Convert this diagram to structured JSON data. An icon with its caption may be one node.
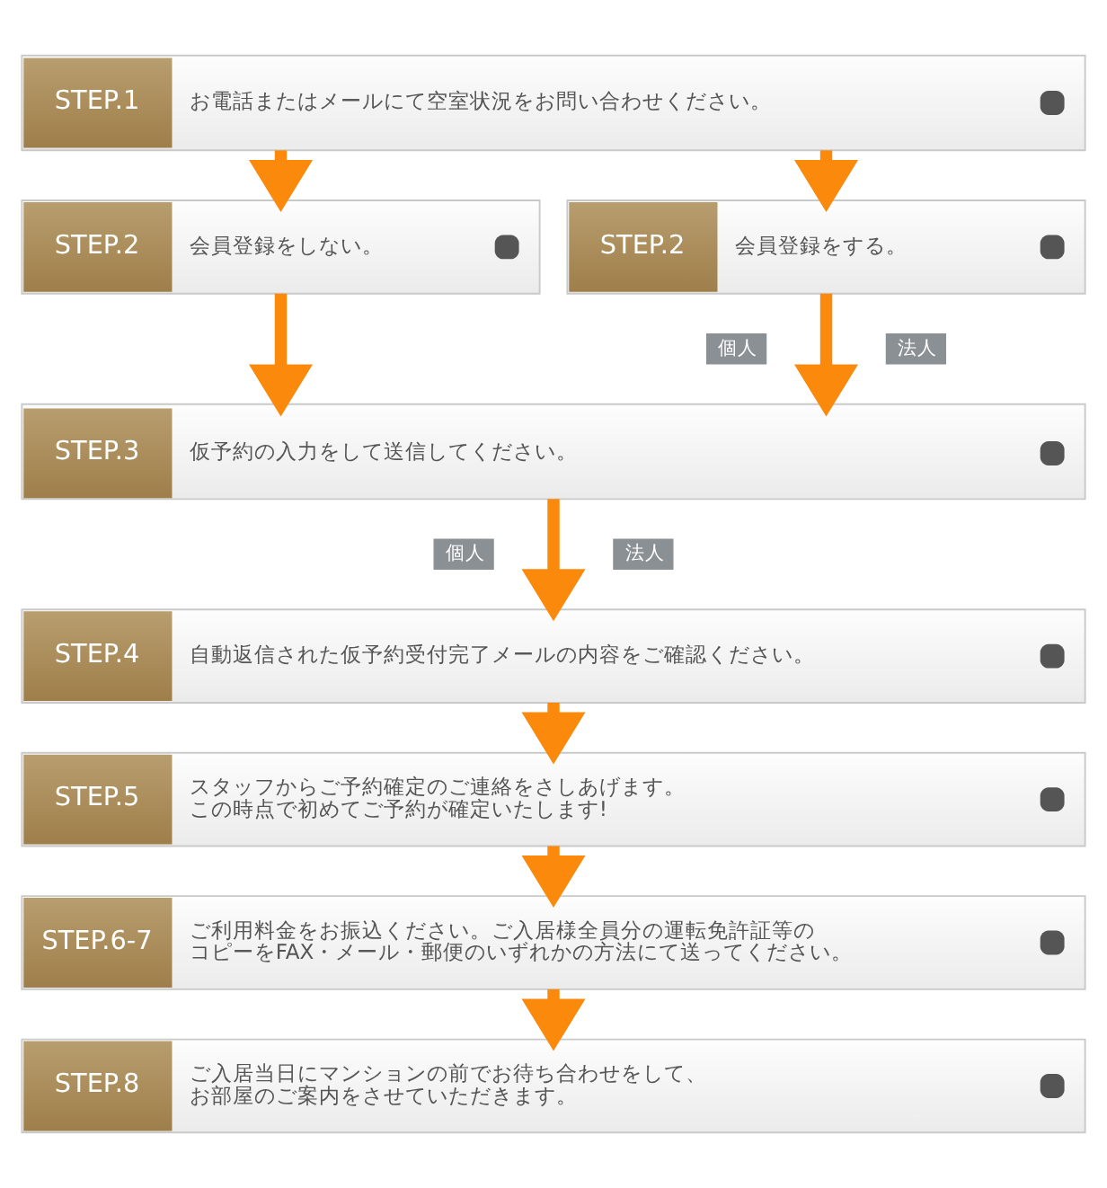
{
  "diagram": {
    "nodes": [
      {
        "text": [
          "STEP.1",
          "お電話またはメールにて空室状況をお問い合わせください。"
        ]
      },
      {
        "text": [
          "STEP.2",
          "会員登録をしない。"
        ]
      },
      {
        "text": [
          "STEP.2",
          "会員登録をする。"
        ]
      },
      {
        "text": [
          "STEP.3",
          "仮予約の入力をして送信してください。"
        ]
      },
      {
        "text": [
          "STEP.4",
          "自動返信された仮予約受付完了メールの内容をご確認ください。"
        ]
      },
      {
        "text": [
          "STEP.5",
          "スタッフからご予約確定のご連絡をさしあげます。この時点で初めてご予約が確定いたします!"
        ]
      },
      {
        "text": [
          "STEP.6-7",
          "ご利用料金をお振込ください。ご入居様全員分の運転免許証等のコピーをFAX・メール・郵便のいずれかの方法にて送ってください。"
        ]
      },
      {
        "text": [
          "STEP.8",
          "ご入居当日にマンションの前でお待ち合わせをして、お部屋のご案内をさせていただきます。"
        ]
      }
    ],
    "edges": [
      {
        "from": 0,
        "to": 1,
        "arrow": "to"
      },
      {
        "from": 0,
        "to": 2,
        "arrow": "to"
      },
      {
        "from": 1,
        "to": 3,
        "arrow": "to"
      },
      {
        "from": 2,
        "to": 3,
        "arrow": "to"
      },
      {
        "from": 3,
        "to": 4,
        "arrow": "to"
      },
      {
        "from": 4,
        "to": 5,
        "arrow": "to"
      },
      {
        "from": 5,
        "to": 6,
        "arrow": "to"
      },
      {
        "from": 6,
        "to": 7,
        "arrow": "to"
      }
    ],
    "labels": [
      "個人",
      "法人",
      "個人",
      "法人"
    ]
  }
}
